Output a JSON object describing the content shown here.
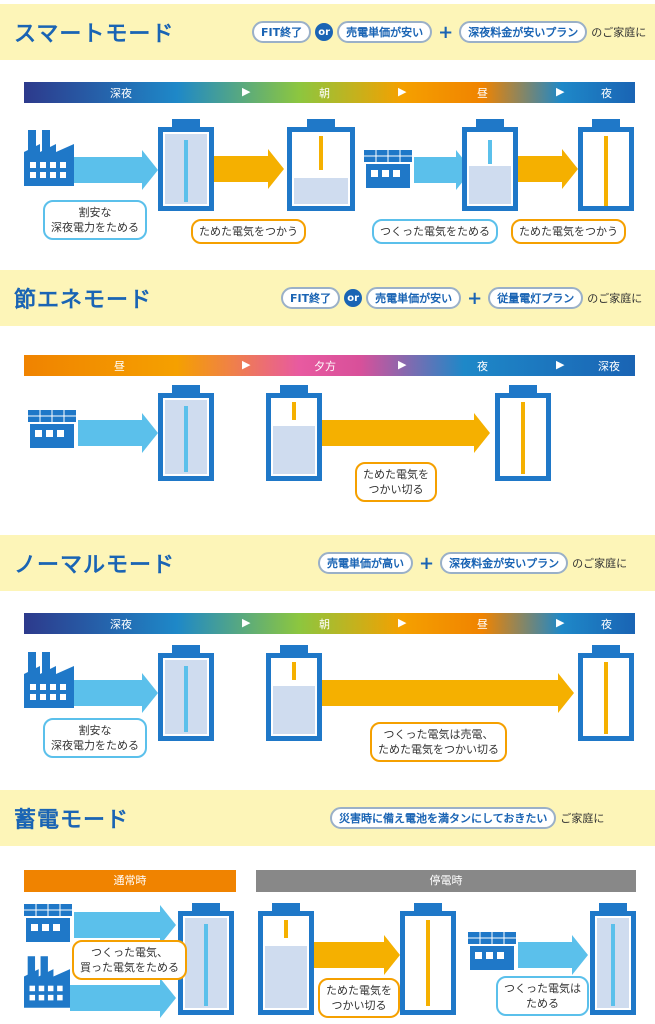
{
  "smart": {
    "title": "スマートモード",
    "cond1": "FIT終了",
    "or": "or",
    "cond2": "売電単価が安い",
    "plus": "+",
    "cond3": "深夜料金が安いプラン",
    "suffix": "のご家庭に",
    "times": [
      "深夜",
      "朝",
      "昼",
      "夜"
    ],
    "callout1": [
      "割安な",
      "深夜電力をためる"
    ],
    "callout2": "ためた電気をつかう",
    "callout3": "つくった電気をためる",
    "callout4": "ためた電気をつかう"
  },
  "eco": {
    "title": "節エネモード",
    "cond1": "FIT終了",
    "or": "or",
    "cond2": "売電単価が安い",
    "plus": "+",
    "cond3": "従量電灯プラン",
    "suffix": "のご家庭に",
    "times": [
      "昼",
      "夕方",
      "夜",
      "深夜"
    ],
    "callout1": [
      "ためた電気を",
      "つかい切る"
    ]
  },
  "normal": {
    "title": "ノーマルモード",
    "cond1": "売電単価が高い",
    "plus": "+",
    "cond2": "深夜料金が安いプラン",
    "suffix": "のご家庭に",
    "times": [
      "深夜",
      "朝",
      "昼",
      "夜"
    ],
    "callout1": [
      "割安な",
      "深夜電力をためる"
    ],
    "callout2": [
      "つくった電気は売電、",
      "ためた電気をつかい切る"
    ]
  },
  "storage": {
    "title": "蓄電モード",
    "cond1": "災害時に備え電池を満タンにしておきたい",
    "suffix": "ご家庭に",
    "normal_label": "通常時",
    "outage_label": "停電時",
    "callout1": [
      "つくった電気、",
      "買った電気をためる"
    ],
    "callout2": [
      "ためた電気を",
      "つかい切る"
    ],
    "callout3": [
      "つくった電気は",
      "ためる"
    ]
  },
  "colors": {
    "accent": "#1a64b4",
    "blue_arrow": "#5bc0eb",
    "orange_arrow": "#f5b000",
    "band": "#fdf5b8"
  }
}
